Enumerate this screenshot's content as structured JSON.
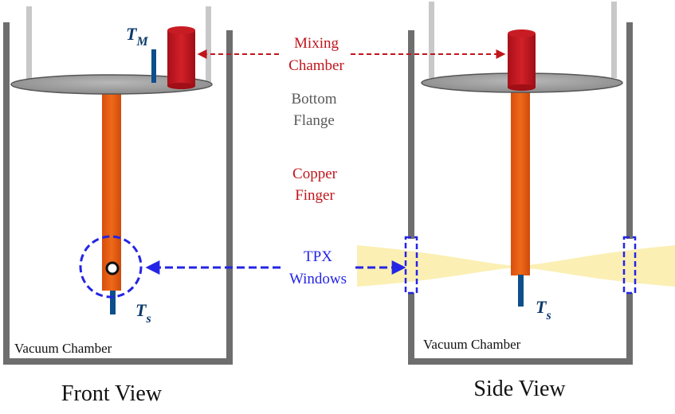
{
  "labels": {
    "mixing_chamber": [
      "Mixing",
      "Chamber"
    ],
    "bottom_flange": [
      "Bottom",
      "Flange"
    ],
    "copper_finger": [
      "Copper",
      "Finger"
    ],
    "tpx_windows": [
      "TPX",
      "Windows"
    ],
    "vacuum_chamber_front": "Vacuum Chamber",
    "vacuum_chamber_side": "Vacuum Chamber",
    "front_view": "Front View",
    "side_view": "Side View",
    "t_m": {
      "main": "T",
      "sub": "M"
    },
    "t_s_front": {
      "main": "T",
      "sub": "s"
    },
    "t_s_side": {
      "main": "T",
      "sub": "s"
    }
  },
  "colors": {
    "wall": "#6e6e6e",
    "rod": "#c8c8c8",
    "flange": "#a8a8a8",
    "mixing_chamber": "#c0161c",
    "copper": "#e0570f",
    "sensor": "#0d4f8b",
    "beam": "#fbefb4",
    "accent_red": "#c0161c",
    "accent_blue": "#2424e6",
    "label_gray": "#5a5a5a"
  }
}
